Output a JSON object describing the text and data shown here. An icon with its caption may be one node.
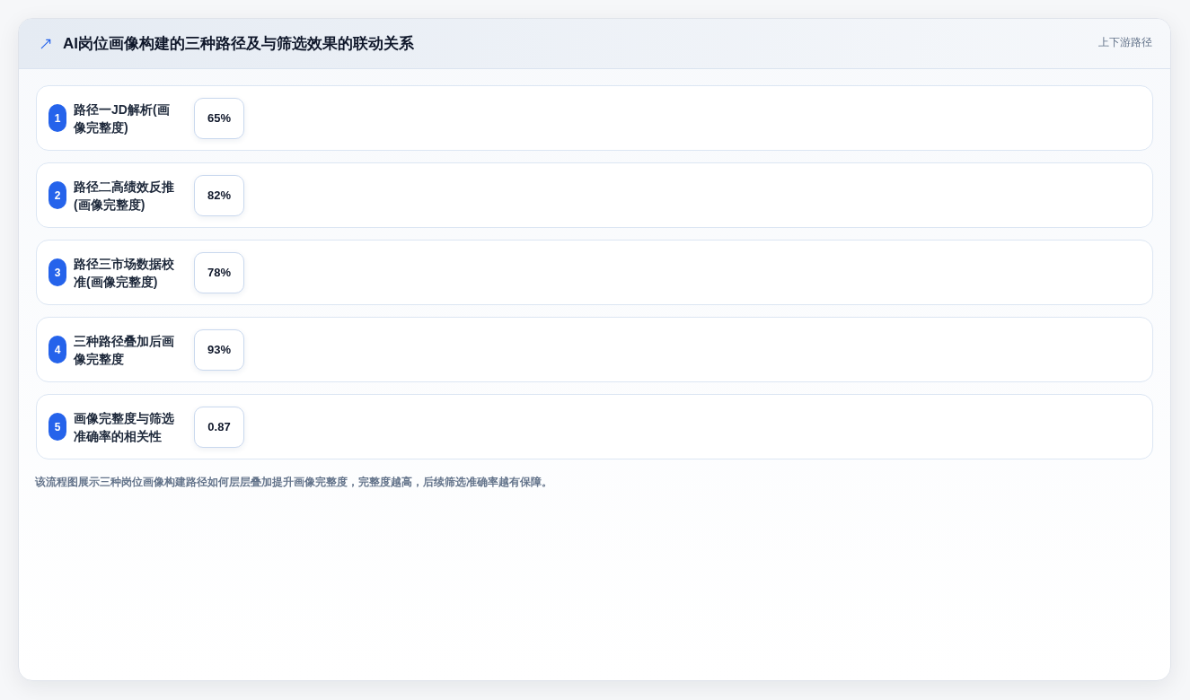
{
  "diagram": {
    "title": "AI岗位画像构建的三种路径及与筛选效果的联动关系",
    "caption": "该流程图展示三种岗位画像构建路径如何层层叠加提升画像完整度，完整度越高，后续筛选准确率越有保障。",
    "nodes": [
      {
        "text": [
          "路径一JD解析(画像完整度)"
        ]
      },
      {
        "text": [
          "1"
        ],
        "in": 0
      },
      {
        "text": [
          "65%"
        ],
        "in": 0
      },
      {
        "text": [
          "路径二高绩效反推(画像完整度)"
        ]
      },
      {
        "text": [
          "2"
        ],
        "in": 3
      },
      {
        "text": [
          "82%"
        ],
        "in": 3
      },
      {
        "text": [
          "路径三市场数据校准(画像完整度)"
        ]
      },
      {
        "text": [
          "3"
        ],
        "in": 6
      },
      {
        "text": [
          "78%"
        ],
        "in": 6
      },
      {
        "text": [
          "三种路径叠加后画像完整度"
        ]
      },
      {
        "text": [
          "4"
        ],
        "in": 9
      },
      {
        "text": [
          "93%"
        ],
        "in": 9
      },
      {
        "text": [
          "画像完整度与筛选准确率的相关性"
        ]
      },
      {
        "text": [
          "5"
        ],
        "in": 12
      },
      {
        "text": [
          "0.87"
        ],
        "in": 12
      }
    ],
    "edges": [],
    "labels": [
      "上下游路径"
    ]
  }
}
